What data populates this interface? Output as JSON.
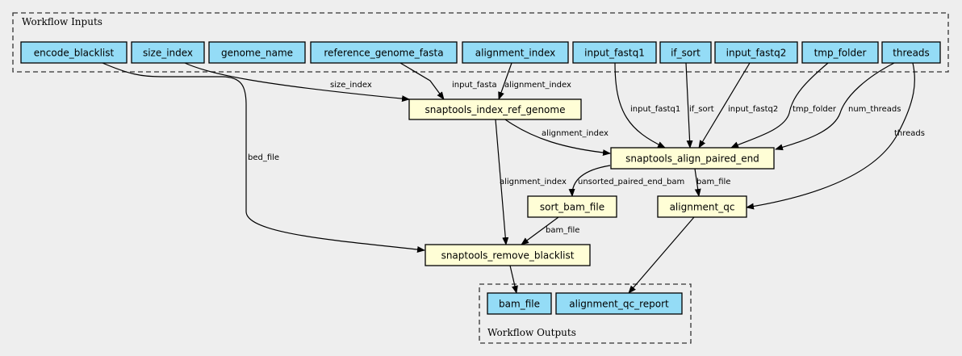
{
  "colors": {
    "background": "#eeeeee",
    "io_fill": "#94dcf6",
    "step_fill": "#fffed6"
  },
  "clusters": {
    "inputs": "Workflow Inputs",
    "outputs": "Workflow Outputs"
  },
  "inputs": [
    "encode_blacklist",
    "size_index",
    "genome_name",
    "reference_genome_fasta",
    "alignment_index",
    "input_fastq1",
    "if_sort",
    "input_fastq2",
    "tmp_folder",
    "threads"
  ],
  "steps": [
    "snaptools_index_ref_genome",
    "snaptools_align_paired_end",
    "sort_bam_file",
    "alignment_qc",
    "snaptools_remove_blacklist"
  ],
  "outputs": [
    "bam_file",
    "alignment_qc_report"
  ],
  "edges": [
    {
      "from": "encode_blacklist",
      "to": "snaptools_remove_blacklist",
      "label": "bed_file"
    },
    {
      "from": "size_index",
      "to": "snaptools_index_ref_genome",
      "label": "size_index"
    },
    {
      "from": "reference_genome_fasta",
      "to": "snaptools_index_ref_genome",
      "label": "input_fasta"
    },
    {
      "from": "alignment_index",
      "to": "snaptools_index_ref_genome",
      "label": "alignment_index"
    },
    {
      "from": "snaptools_index_ref_genome",
      "to": "snaptools_align_paired_end",
      "label": "alignment_index"
    },
    {
      "from": "input_fastq1",
      "to": "snaptools_align_paired_end",
      "label": "input_fastq1"
    },
    {
      "from": "if_sort",
      "to": "snaptools_align_paired_end",
      "label": "if_sort"
    },
    {
      "from": "input_fastq2",
      "to": "snaptools_align_paired_end",
      "label": "input_fastq2"
    },
    {
      "from": "tmp_folder",
      "to": "snaptools_align_paired_end",
      "label": "tmp_folder"
    },
    {
      "from": "threads",
      "to": "snaptools_align_paired_end",
      "label": "num_threads"
    },
    {
      "from": "threads",
      "to": "alignment_qc",
      "label": "threads"
    },
    {
      "from": "snaptools_align_paired_end",
      "to": "sort_bam_file",
      "label": "unsorted_paired_end_bam"
    },
    {
      "from": "snaptools_index_ref_genome",
      "to": "snaptools_remove_blacklist",
      "label": "alignment_index"
    },
    {
      "from": "snaptools_align_paired_end",
      "to": "alignment_qc",
      "label": "bam_file"
    },
    {
      "from": "sort_bam_file",
      "to": "snaptools_remove_blacklist",
      "label": "bam_file"
    },
    {
      "from": "snaptools_remove_blacklist",
      "to": "bam_file",
      "label": ""
    },
    {
      "from": "alignment_qc",
      "to": "alignment_qc_report",
      "label": ""
    }
  ]
}
